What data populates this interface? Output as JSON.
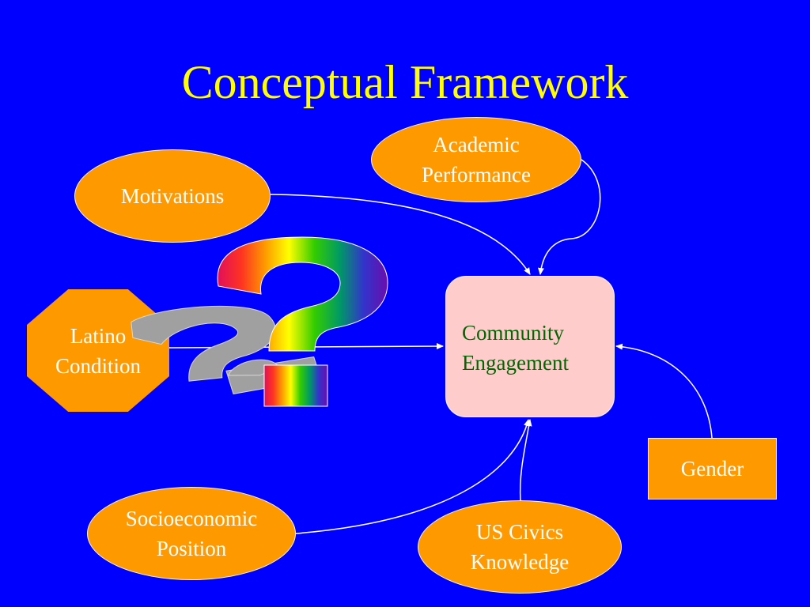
{
  "title": "Conceptual Framework",
  "nodes": {
    "academic": "Academic\nPerformance",
    "motivations": "Motivations",
    "latino": "Latino\nCondition",
    "community": "Community\nEngagement",
    "gender": "Gender",
    "socio": "Socioeconomic\nPosition",
    "civics": "US Civics\nKnowledge"
  },
  "colors": {
    "background": "#0000ff",
    "title": "#ffff00",
    "node_fill": "#ff9900",
    "center_fill": "#ffcccc",
    "center_text": "#006600",
    "node_text": "#ffffff",
    "connector": "#ffffff"
  },
  "icons": [
    "rainbow-question-mark-icon"
  ]
}
